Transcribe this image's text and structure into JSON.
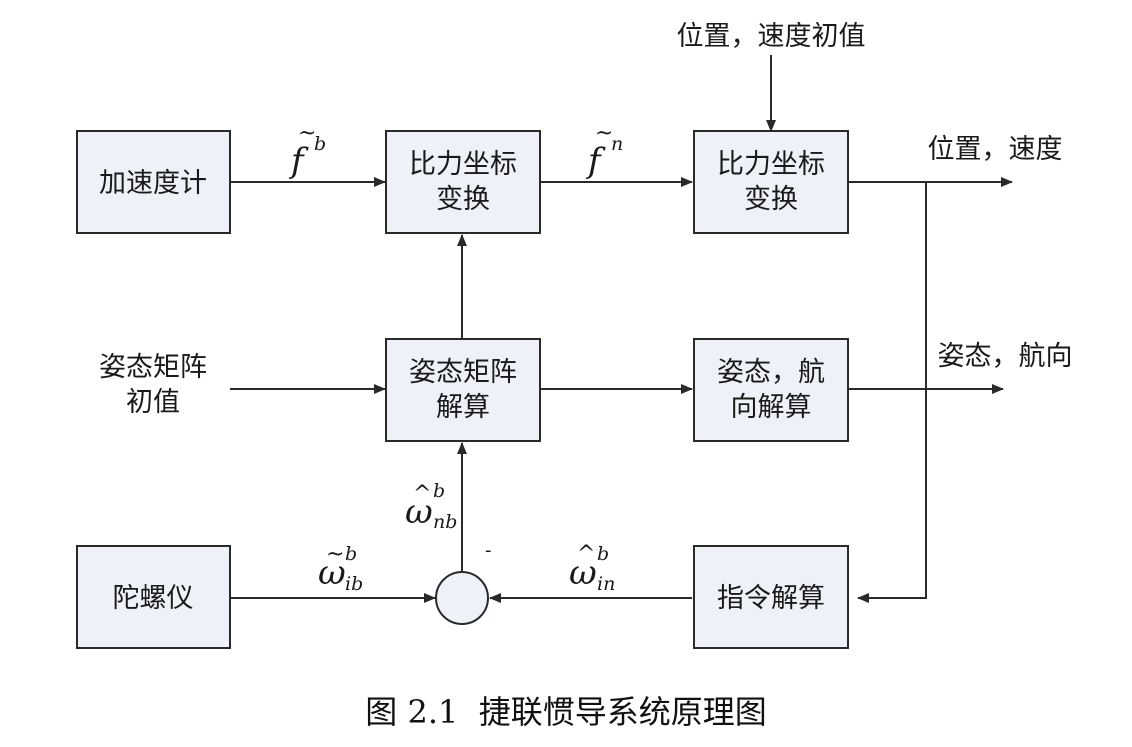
{
  "blocks": {
    "accelerometer": "加速度计",
    "transform1": [
      "比力坐标",
      "变换"
    ],
    "transform2": [
      "比力坐标",
      "变换"
    ],
    "attitude_solver": [
      "姿态矩阵",
      "解算"
    ],
    "heading_solver": [
      "姿态，航",
      "向解算"
    ],
    "gyro": "陀螺仪",
    "command_solver": "指令解算"
  },
  "labels": {
    "pos_vel_init": "位置，速度初值",
    "pos_vel_out": "位置，速度",
    "att_head_out": "姿态，航向",
    "att_init": [
      "姿态矩阵",
      "初值"
    ]
  },
  "math": {
    "f_body": {
      "symbol": "f",
      "accent": "~",
      "sup": "b"
    },
    "f_nav": {
      "symbol": "f",
      "accent": "~",
      "sup": "n"
    },
    "omega_ib": {
      "symbol": "ω",
      "accent": "~",
      "sup": "b",
      "sub": "ib"
    },
    "omega_nb": {
      "symbol": "ω",
      "accent": "^",
      "sup": "b",
      "sub": "nb"
    },
    "omega_in": {
      "symbol": "ω",
      "accent": "^",
      "sup": "b",
      "sub": "in"
    },
    "minus_sign": "-"
  },
  "caption": "图 2.1  捷联惯导系统原理图"
}
